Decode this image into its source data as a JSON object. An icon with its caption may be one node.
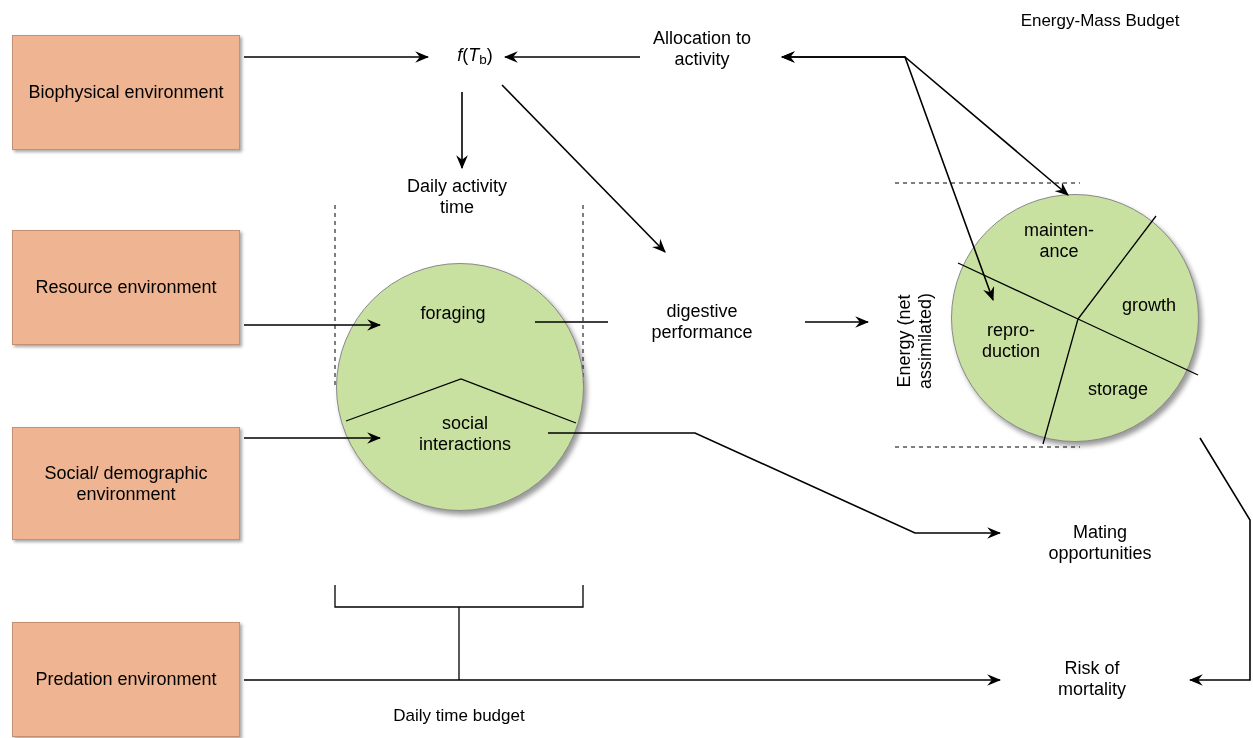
{
  "diagram": {
    "nodes": [
      {
        "text": [
          "Biophysical environment"
        ]
      },
      {
        "text": [
          "Resource environment"
        ]
      },
      {
        "text": [
          "Social/ demographic environment"
        ]
      },
      {
        "text": [
          "Predation environment"
        ]
      },
      {
        "text": [
          "*f*(*T*$_{b}$)"
        ]
      },
      {
        "text": [
          "Allocation to activity"
        ]
      },
      {
        "text": [
          "Daily activity time"
        ]
      },
      {
        "text": [],
        "shape": "circle"
      },
      {
        "text": [
          "foraging"
        ],
        "in": 7
      },
      {
        "text": [
          "social interactions"
        ],
        "in": 7
      },
      {
        "text": [
          "digestive performance"
        ]
      },
      {
        "text": [
          "Energy (net assimilated)"
        ]
      },
      {
        "text": [],
        "shape": "circle"
      },
      {
        "text": [
          "mainten- ance"
        ],
        "in": 12
      },
      {
        "text": [
          "growth"
        ],
        "in": 12
      },
      {
        "text": [
          "repro- duction"
        ],
        "in": 12
      },
      {
        "text": [
          "storage"
        ],
        "in": 12
      },
      {
        "text": [
          "Mating opportunities"
        ]
      },
      {
        "text": [
          "Risk of mortality"
        ]
      }
    ],
    "edges": [
      {
        "from": 0,
        "to": 4,
        "arrow": "to"
      },
      {
        "from": 5,
        "to": 4,
        "arrow": "to"
      },
      {
        "from": 4,
        "to": 6,
        "arrow": "to"
      },
      {
        "from": 4,
        "to": 10,
        "arrow": "to"
      },
      {
        "from": 5,
        "to": 13,
        "arrow": "both"
      },
      {
        "from": 5,
        "to": 15,
        "arrow": "both"
      },
      {
        "from": 1,
        "to": 8,
        "arrow": "to"
      },
      {
        "from": 2,
        "to": 9,
        "arrow": "to"
      },
      {
        "from": 8,
        "to": 10,
        "arrow": "none"
      },
      {
        "from": 10,
        "to": 11,
        "arrow": "to"
      },
      {
        "from": 9,
        "to": 17,
        "arrow": "to"
      },
      {
        "from": 3,
        "to": 18,
        "arrow": "to"
      },
      {
        "from": 12,
        "to": 18,
        "arrow": "to"
      }
    ],
    "labels": [
      "Energy-Mass Budget",
      "Daily time budget"
    ]
  }
}
